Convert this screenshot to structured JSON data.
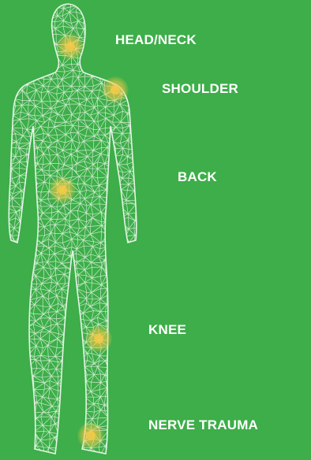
{
  "colors": {
    "background": "#3dae49",
    "wireframe": "#e6f4e6",
    "hotspot": "#f7c948",
    "label": "#ffffff"
  },
  "regions": [
    {
      "id": "head",
      "label": "HEAD/NECK"
    },
    {
      "id": "shoulder",
      "label": "SHOULDER"
    },
    {
      "id": "back",
      "label": "BACK"
    },
    {
      "id": "knee",
      "label": "KNEE"
    },
    {
      "id": "nerve",
      "label": "NERVE TRAUMA"
    }
  ]
}
